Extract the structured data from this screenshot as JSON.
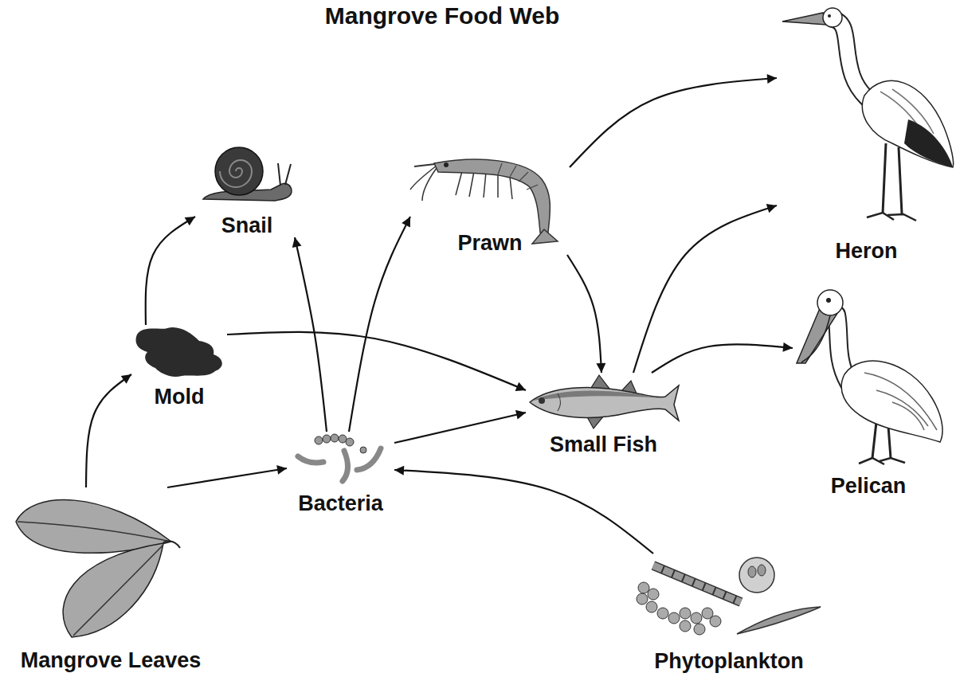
{
  "diagram": {
    "title": "Mangrove Food Web",
    "nodes": [
      {
        "text": [
          "Snail"
        ]
      },
      {
        "text": [
          "Prawn"
        ]
      },
      {
        "text": [
          "Heron"
        ]
      },
      {
        "text": [
          "Mold"
        ]
      },
      {
        "text": [
          "Small Fish"
        ]
      },
      {
        "text": [
          "Pelican"
        ]
      },
      {
        "text": [
          "Bacteria"
        ]
      },
      {
        "text": [
          "Mangrove Leaves"
        ]
      },
      {
        "text": [
          "Phytoplankton"
        ]
      }
    ],
    "edges": [
      {
        "from": 7,
        "to": 3,
        "arrow": "to"
      },
      {
        "from": 7,
        "to": 6,
        "arrow": "to"
      },
      {
        "from": 3,
        "to": 0,
        "arrow": "to"
      },
      {
        "from": 3,
        "to": 4,
        "arrow": "to"
      },
      {
        "from": 6,
        "to": 0,
        "arrow": "to"
      },
      {
        "from": 6,
        "to": 1,
        "arrow": "to"
      },
      {
        "from": 6,
        "to": 4,
        "arrow": "to"
      },
      {
        "from": 8,
        "to": 6,
        "arrow": "to"
      },
      {
        "from": 1,
        "to": 2,
        "arrow": "to"
      },
      {
        "from": 1,
        "to": 4,
        "arrow": "to"
      },
      {
        "from": 4,
        "to": 2,
        "arrow": "to"
      },
      {
        "from": 4,
        "to": 5,
        "arrow": "to"
      }
    ]
  }
}
